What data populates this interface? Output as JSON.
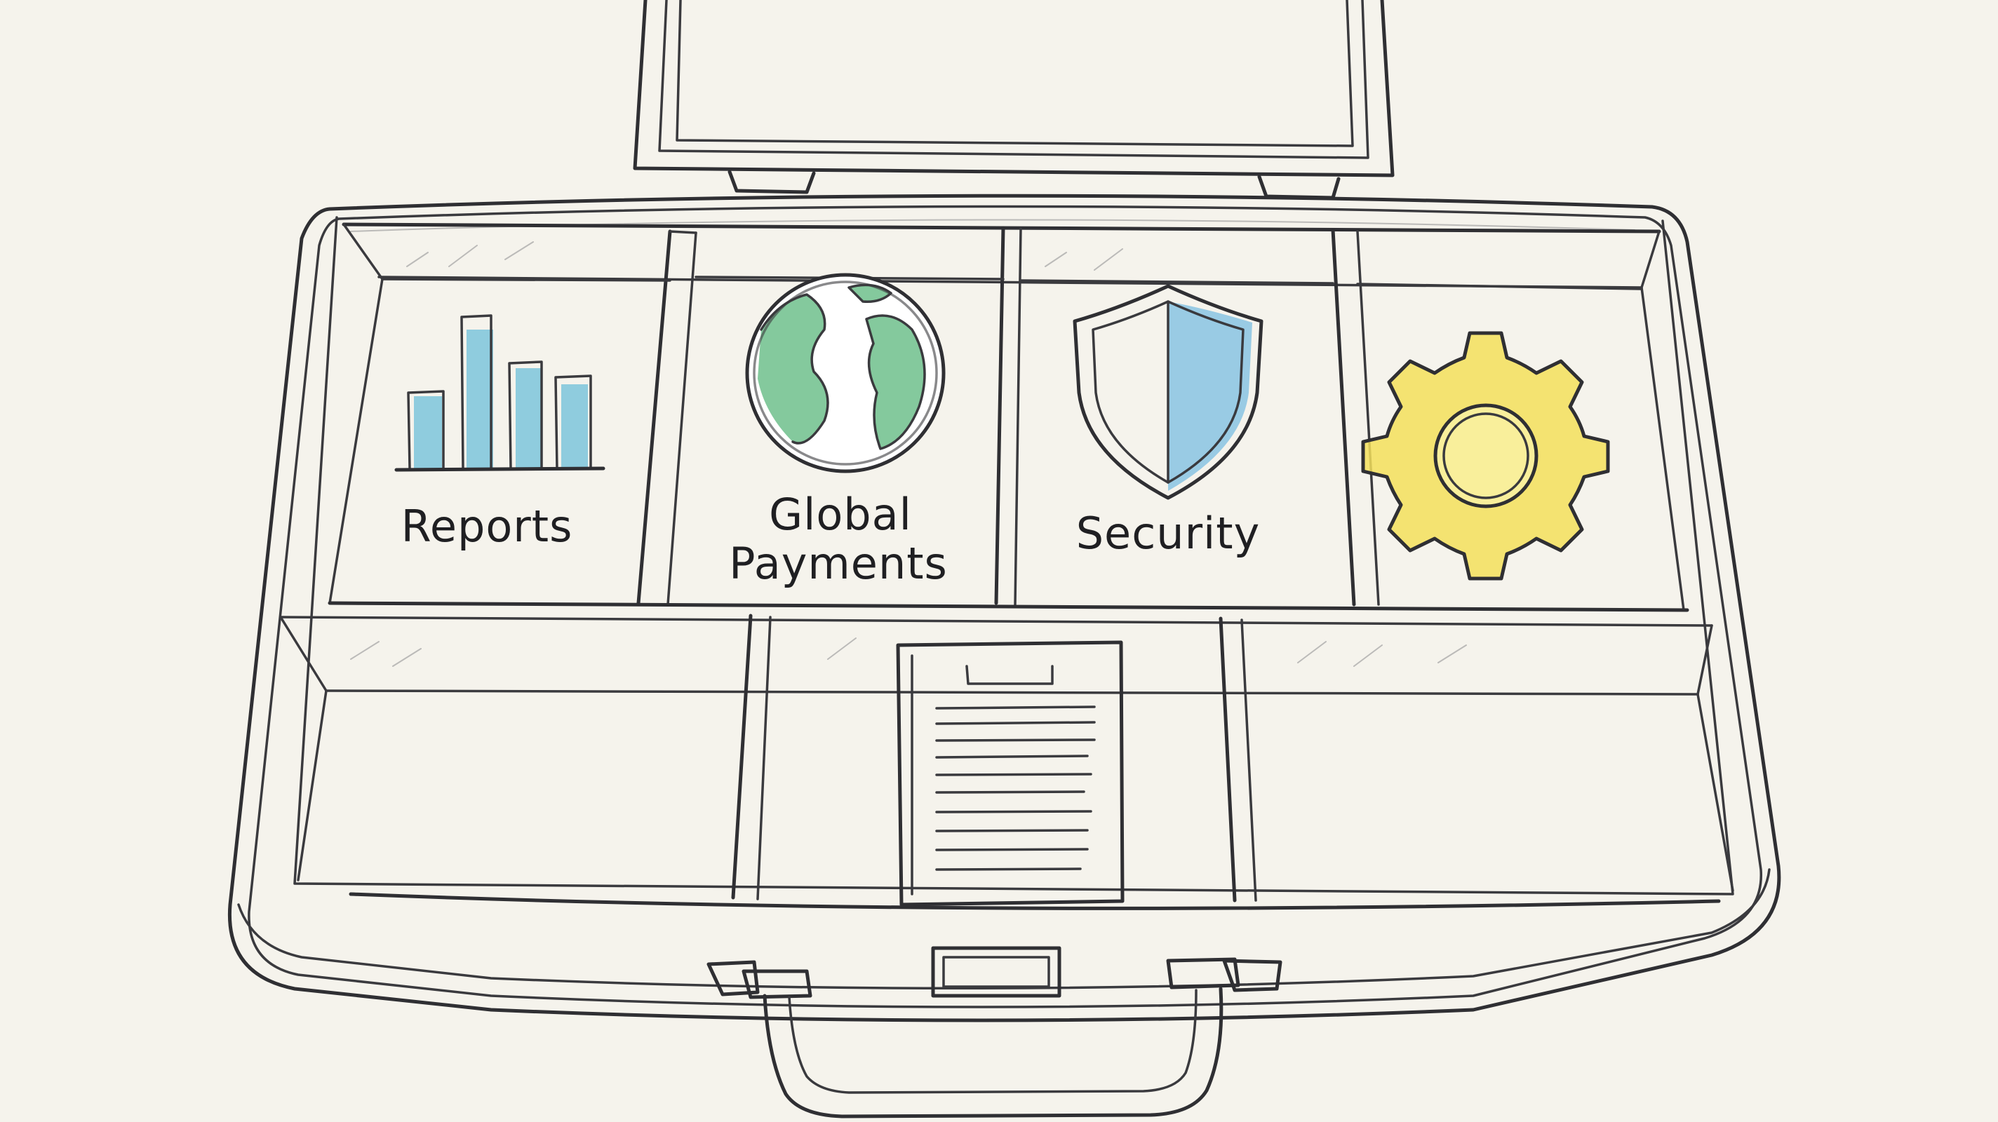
{
  "compartments": [
    {
      "label": "Reports",
      "icon": "bar-chart-icon"
    },
    {
      "label_lines": [
        "Global",
        "Payments"
      ],
      "icon": "globe-icon"
    },
    {
      "label": "Security",
      "icon": "shield-icon"
    },
    {
      "label": "",
      "icon": "gear-icon"
    }
  ],
  "bottom_compartments": [
    {
      "icon": "none"
    },
    {
      "icon": "clipboard-icon"
    },
    {
      "icon": "none"
    }
  ],
  "colors": {
    "paper": "#f5f3ec",
    "ink": "#2f2f33",
    "chart_blue": "#7cc4dc",
    "globe_green": "#6fbf8c",
    "shield_blue": "#8fc7e3",
    "gear_yellow": "#f3df5c"
  }
}
